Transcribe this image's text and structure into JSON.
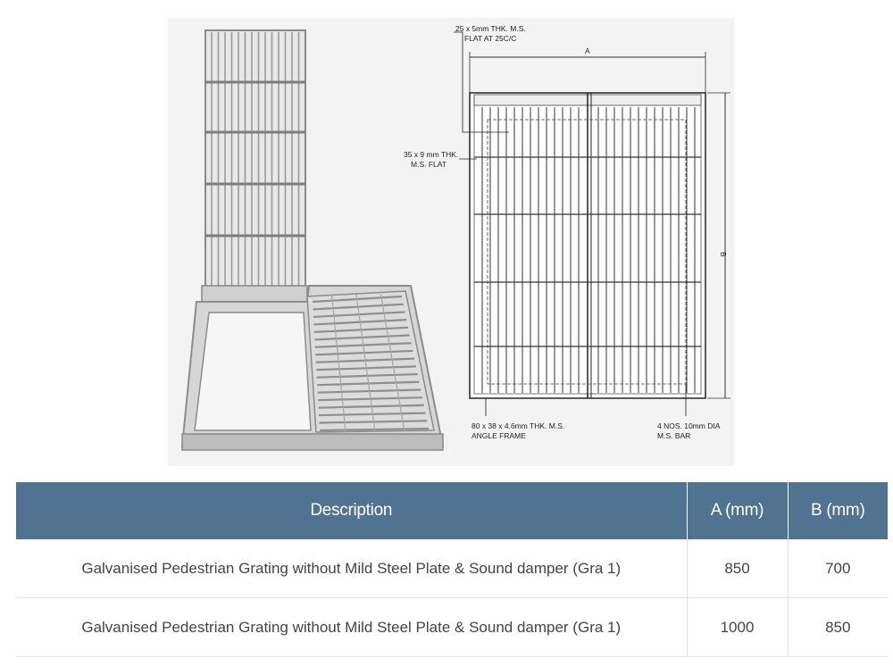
{
  "figure": {
    "labels": {
      "flat_top": [
        "25 x 5mm THK. M.S.",
        "FLAT AT 25C/C"
      ],
      "dim_a": "A",
      "dim_b": "B",
      "flat_side": [
        "35 x 9 mm THK.",
        "M.S. FLAT"
      ],
      "angle_frame": [
        "80 x 38 x 4.6mm THK. M.S.",
        "ANGLE FRAME"
      ],
      "bar": [
        "4 NOS. 10mm DIA",
        "M.S. BAR"
      ]
    }
  },
  "table": {
    "headers": [
      "Description",
      "A (mm)",
      "B (mm)"
    ],
    "rows": [
      [
        "Galvanised Pedestrian Grating without Mild Steel Plate & Sound damper (Gra 1)",
        "850",
        "700"
      ],
      [
        "Galvanised Pedestrian Grating without Mild Steel Plate & Sound damper (Gra 1)",
        "1000",
        "850"
      ]
    ]
  }
}
